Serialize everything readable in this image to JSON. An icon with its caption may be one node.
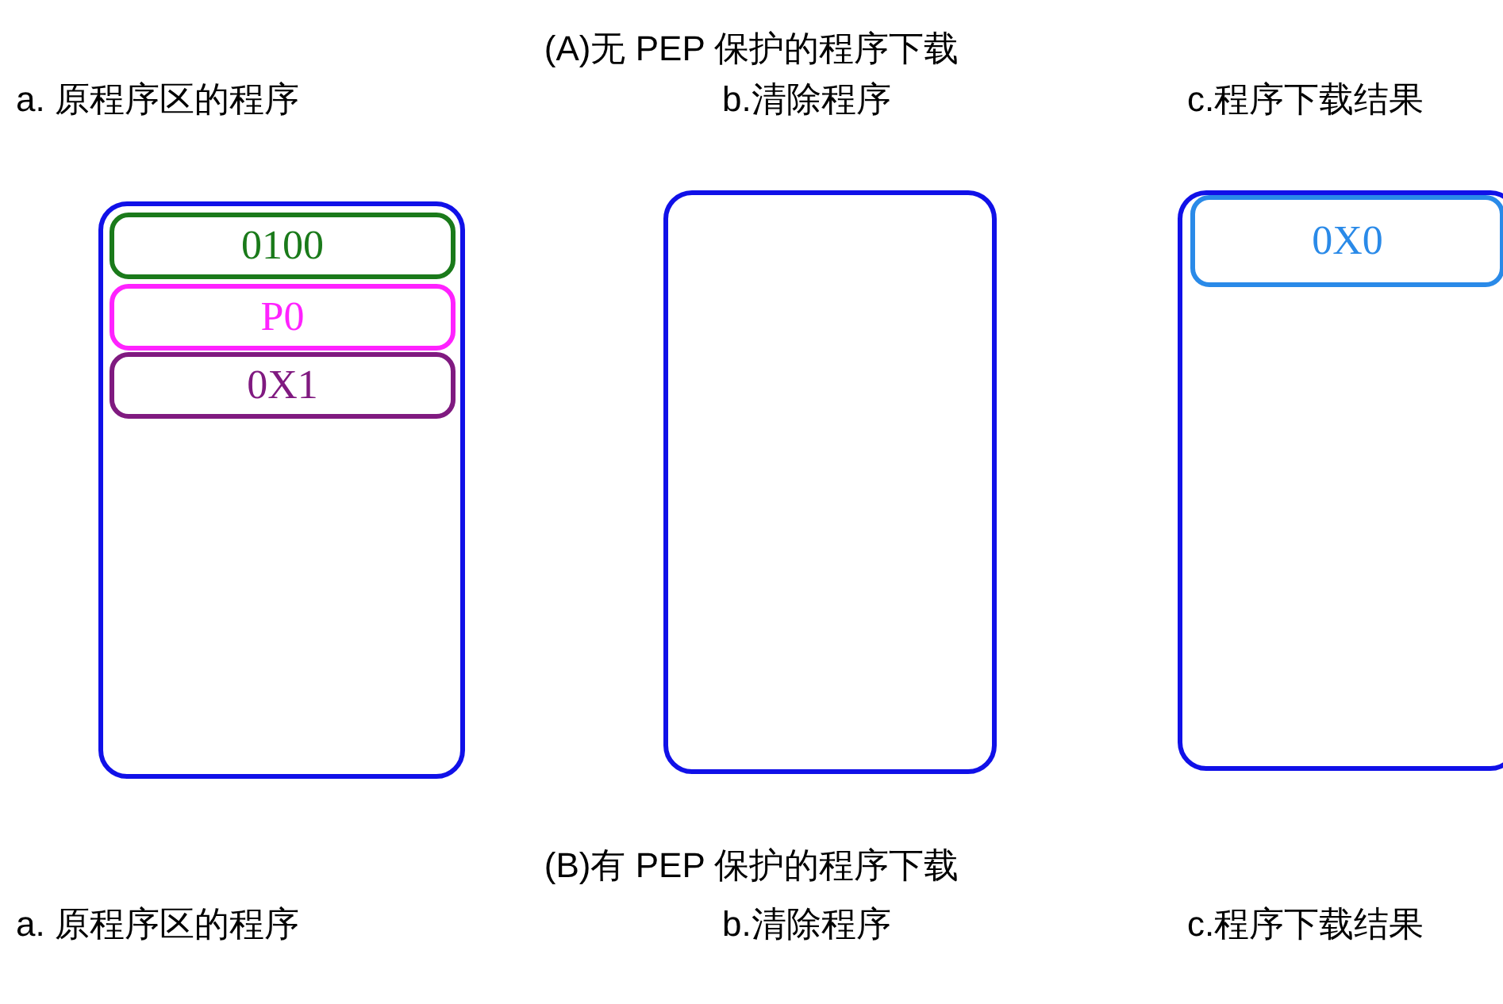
{
  "diagram": {
    "nodes": [
      {
        "text": [
          "a. 原程序区的程序"
        ]
      },
      {
        "text": [
          "0100"
        ],
        "in": 0
      },
      {
        "text": [
          "P0"
        ],
        "in": 0
      },
      {
        "text": [
          "0X1"
        ],
        "in": 0
      },
      {
        "text": [
          "b.清除程序"
        ]
      },
      {
        "text": [
          "c.程序下载结果"
        ]
      },
      {
        "text": [
          "0X0"
        ],
        "in": 5
      }
    ],
    "edges": [],
    "labels": [
      "(A)无 PEP 保护的程序下载",
      "(B)有 PEP 保护的程序下载",
      "a. 原程序区的程序",
      "b.清除程序",
      "c.程序下载结果"
    ]
  }
}
